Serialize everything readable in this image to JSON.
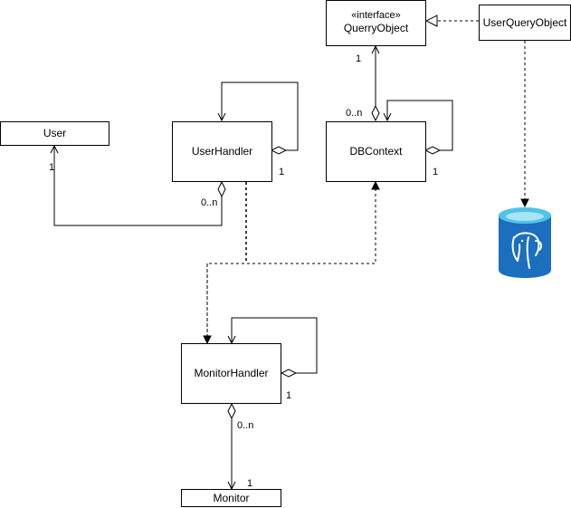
{
  "nodes": {
    "user": "User",
    "user_handler": "UserHandler",
    "db_context": "DBContext",
    "querry_object_stereotype": "«interface»",
    "querry_object": "QuerryObject",
    "user_query_object": "UserQueryObject",
    "monitor_handler": "MonitorHandler",
    "monitor": "Monitor"
  },
  "multiplicities": {
    "user_handler_self": "1",
    "user_end": "1",
    "user_handler_end": "0..n",
    "querry_object_end": "1",
    "db_context_end": "0..n",
    "db_context_self": "1",
    "monitor_handler_self": "1",
    "monitor_handler_end": "0..n",
    "monitor_end": "1"
  },
  "icons": {
    "database": "postgresql-database-icon"
  },
  "colors": {
    "db_body": "#1B6FBE",
    "db_top": "#4FC3E8",
    "db_top_inner": "#A8E4F5"
  }
}
